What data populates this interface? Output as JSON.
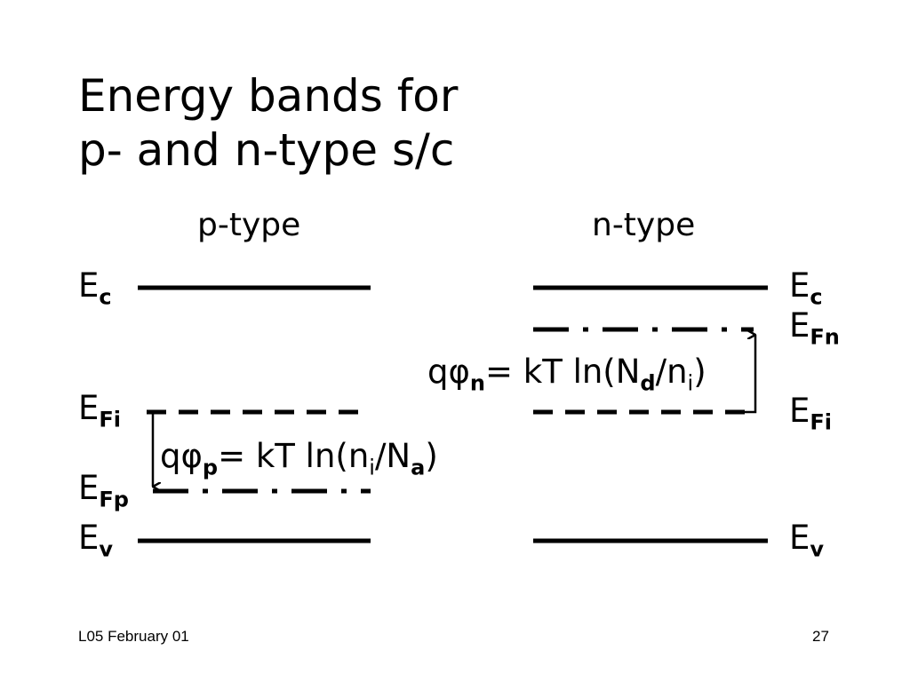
{
  "slide": {
    "title_line1": "Energy bands for",
    "title_line2": "p- and n-type s/c",
    "p_heading": "p-type",
    "n_heading": "n-type",
    "E": "E",
    "sub_c": "c",
    "sub_v": "v",
    "sub_fi": "Fi",
    "sub_fp": "Fp",
    "sub_fn": "Fn",
    "formula_p": {
      "q": "q",
      "phi": "φ",
      "sub_phi": "p",
      "mid": "= kT ln(n",
      "sub_n": "i",
      "slash": "/N",
      "sub_N": "a",
      "end": ")"
    },
    "formula_n": {
      "q": "q",
      "phi": "φ",
      "sub_phi": "n",
      "mid": "= kT ln(N",
      "sub_N": "d",
      "slash": "/n",
      "sub_n": "i",
      "end": ")"
    },
    "footer_left": "L05 February 01",
    "page_number": "27"
  }
}
